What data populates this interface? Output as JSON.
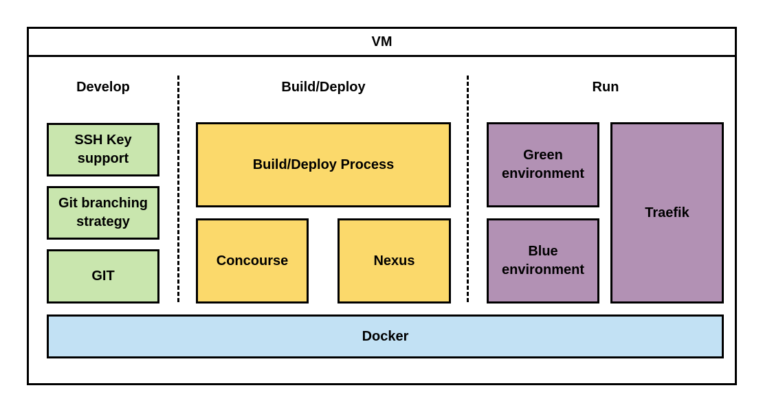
{
  "vm": {
    "title": "VM"
  },
  "sections": {
    "develop": "Develop",
    "build_deploy": "Build/Deploy",
    "run": "Run"
  },
  "develop": {
    "ssh": "SSH Key\nsupport",
    "git_branching": "Git branching\nstrategy",
    "git": "GIT"
  },
  "build": {
    "process": "Build/Deploy Process",
    "concourse": "Concourse",
    "nexus": "Nexus"
  },
  "run": {
    "green": "Green\nenvironment",
    "blue": "Blue\nenvironment",
    "traefik": "Traefik"
  },
  "docker": "Docker",
  "colors": {
    "develop": "#c9e6ae",
    "build": "#fbd96b",
    "run": "#b291b4",
    "docker": "#c2e1f4"
  }
}
